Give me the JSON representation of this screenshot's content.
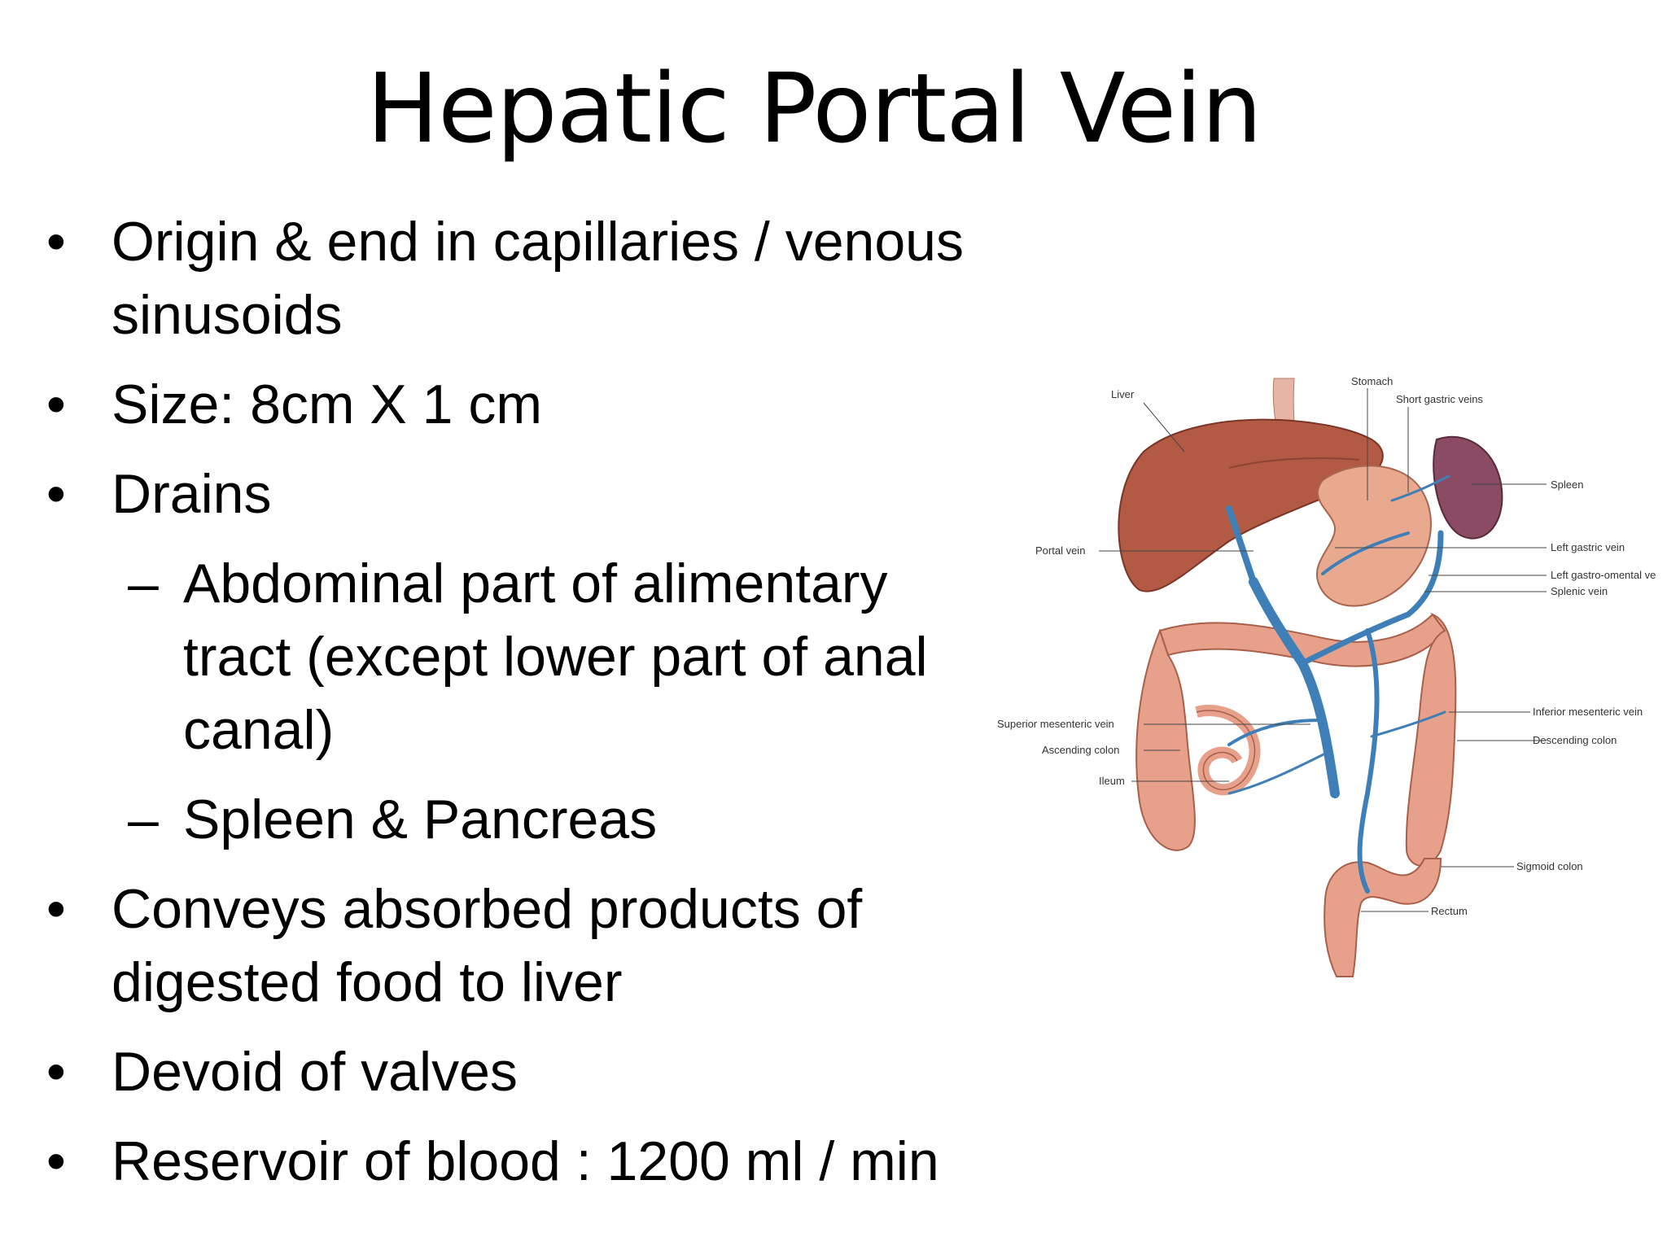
{
  "slide": {
    "title": "Hepatic Portal Vein",
    "bullets": [
      {
        "text": "Origin & end in capillaries / venous sinusoids"
      },
      {
        "text": "Size: 8cm X 1 cm"
      },
      {
        "text": "Drains",
        "sub": [
          "Abdominal part of alimentary tract  (except lower part of anal canal)",
          "Spleen & Pancreas"
        ]
      },
      {
        "text": "Conveys absorbed products of digested food to liver"
      },
      {
        "text": "Devoid of valves"
      },
      {
        "text": "Reservoir of blood : 1200 ml / min"
      }
    ],
    "bullet_mark": "•",
    "sub_mark": "–"
  },
  "diagram": {
    "labels": {
      "liver": "Liver",
      "stomach": "Stomach",
      "short_gastric": "Short gastric veins",
      "spleen": "Spleen",
      "portal_vein": "Portal vein",
      "left_gastric": "Left gastric vein",
      "left_gastro_omental": "Left gastro-omental ve",
      "splenic": "Splenic vein",
      "inferior_mesenteric": "Inferior mesenteric vein",
      "superior_mesenteric": "Superior mesenteric vein",
      "descending_colon": "Descending colon",
      "ascending_colon": "Ascending colon",
      "ileum": "Ileum",
      "sigmoid_colon": "Sigmoid colon",
      "rectum": "Rectum"
    },
    "colors": {
      "liver": "#b35a45",
      "spleen": "#8a4b63",
      "stomach": "#e9a98f",
      "colon": "#e7a08a",
      "vein": "#3f7fb8"
    }
  }
}
